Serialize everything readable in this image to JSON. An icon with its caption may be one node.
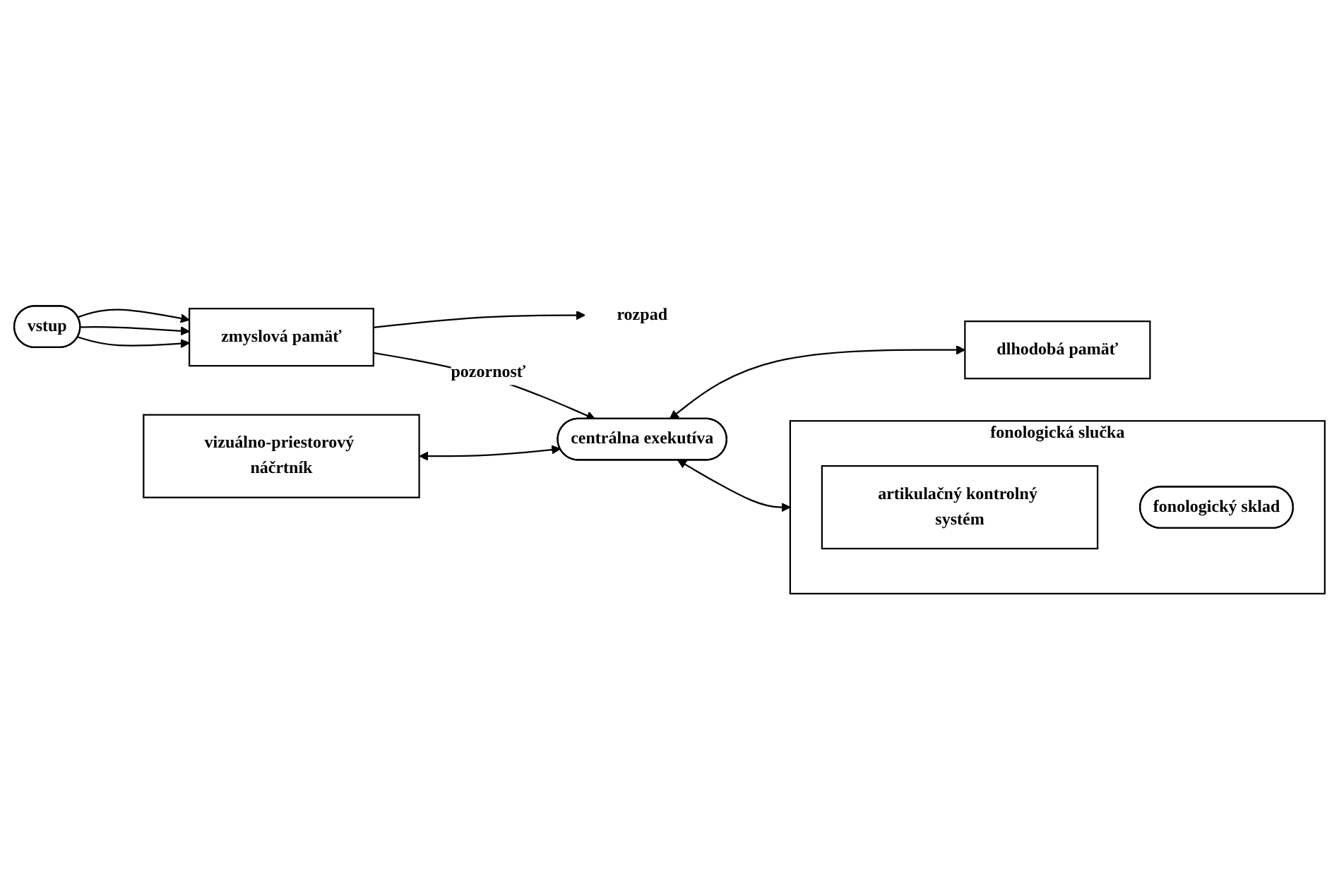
{
  "diagram": {
    "nodes": [
      {
        "text": [
          "vstup"
        ]
      },
      {
        "text": [
          "zmyslová pamäť"
        ]
      },
      {
        "text": [
          "rozpad"
        ]
      },
      {
        "text": [
          "vizuálno-priestorový náčrtník"
        ]
      },
      {
        "text": [
          "centrálna exekutíva"
        ]
      },
      {
        "text": [
          "dlhodobá pamäť"
        ]
      },
      {
        "text": [
          "fonologická slučka"
        ]
      },
      {
        "text": [
          "artikulačný kontrolný systém"
        ],
        "in": 6
      },
      {
        "text": [
          "fonologický sklad"
        ],
        "in": 6
      }
    ],
    "edges": [
      {
        "from": 0,
        "to": 1,
        "arrow": "to"
      },
      {
        "from": 0,
        "to": 1,
        "arrow": "to"
      },
      {
        "from": 0,
        "to": 1,
        "arrow": "to"
      },
      {
        "from": 1,
        "to": 2,
        "arrow": "to"
      },
      {
        "from": 1,
        "to": 4,
        "label": "pozornosť",
        "arrow": "to"
      },
      {
        "from": 3,
        "to": 4,
        "arrow": "both"
      },
      {
        "from": 4,
        "to": 5,
        "arrow": "both"
      },
      {
        "from": 4,
        "to": 6,
        "arrow": "both"
      }
    ]
  }
}
